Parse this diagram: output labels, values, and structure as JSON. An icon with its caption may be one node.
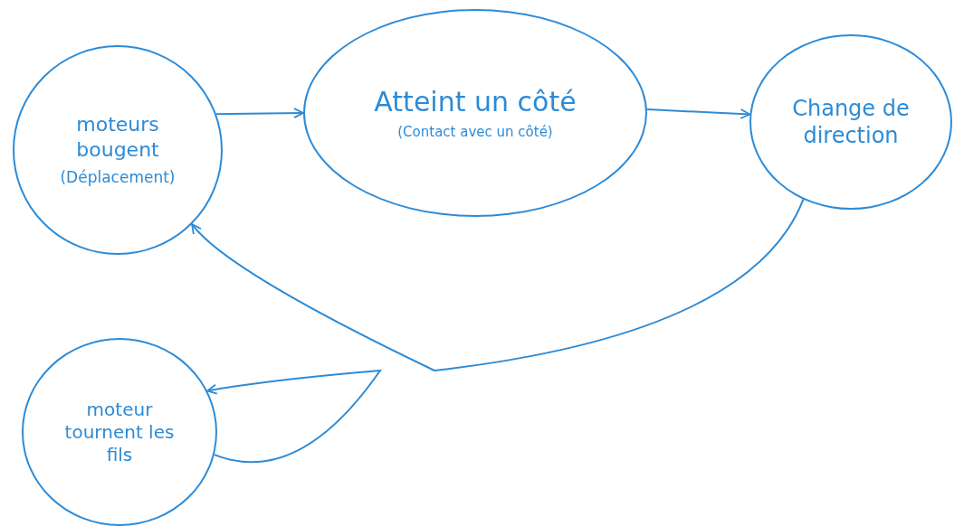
{
  "diagram": {
    "nodes": [
      {
        "text": [
          "moteurs bougent",
          "(Déplacement)"
        ]
      },
      {
        "text": [
          "Atteint un côté",
          "(Contact avec un côté)"
        ]
      },
      {
        "text": [
          "Change de direction"
        ]
      },
      {
        "text": [
          "moteur tournent les fils"
        ]
      }
    ],
    "edges": [
      {
        "from": 0,
        "to": 1,
        "arrow": "to"
      },
      {
        "from": 1,
        "to": 2,
        "arrow": "to"
      },
      {
        "from": 2,
        "to": 0,
        "arrow": "to"
      },
      {
        "from": 3,
        "to": 3,
        "arrow": "to"
      }
    ]
  }
}
